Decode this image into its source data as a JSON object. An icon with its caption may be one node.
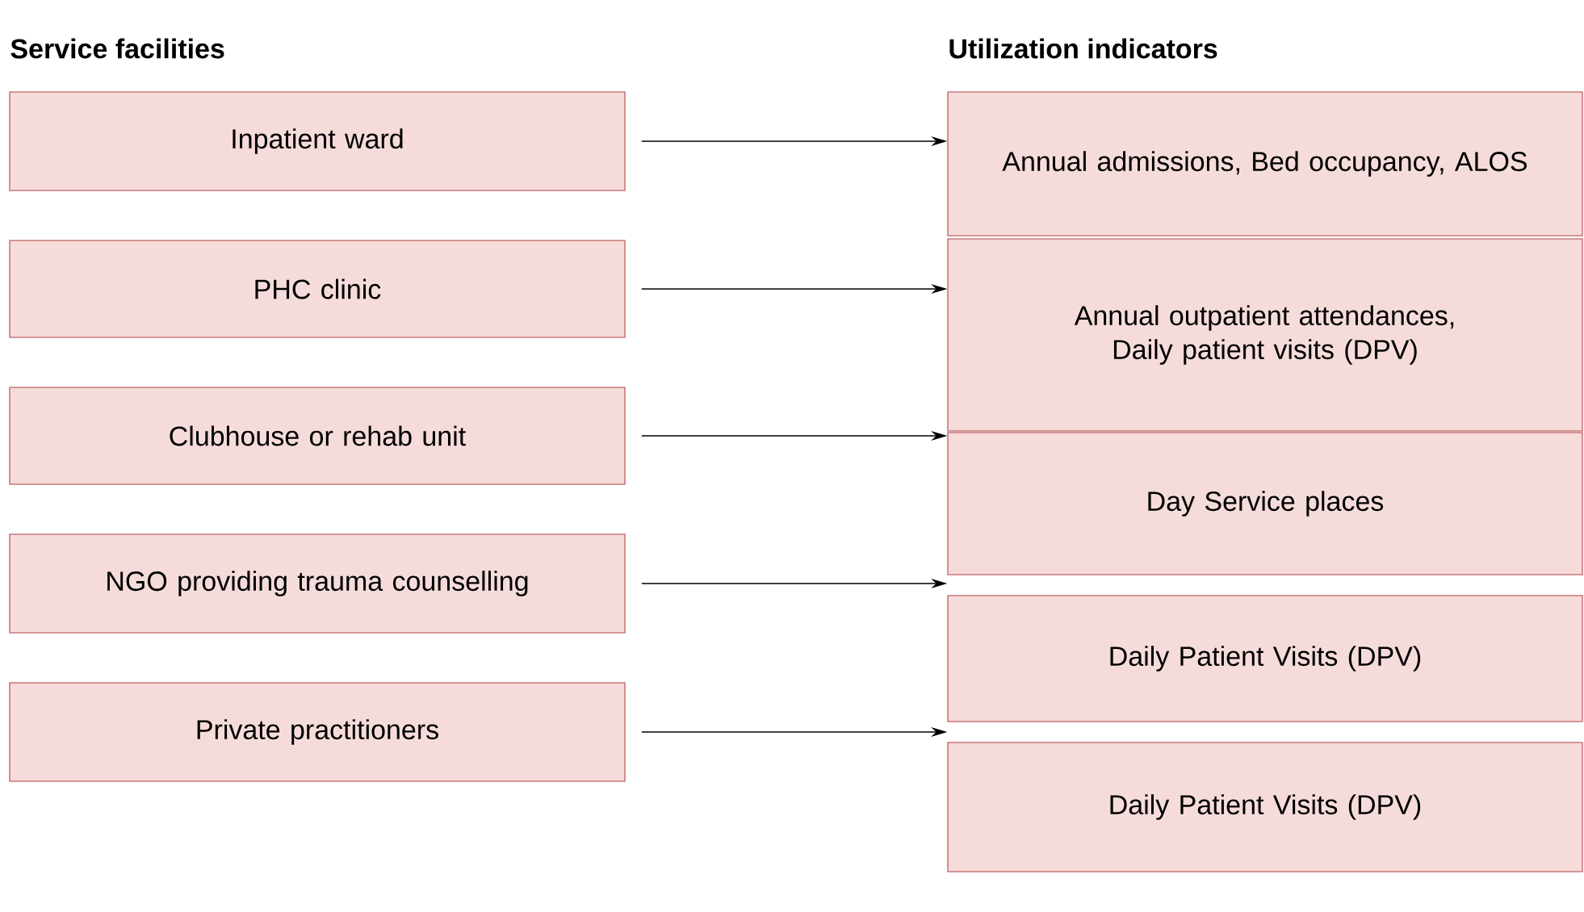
{
  "diagram": {
    "nodes": [
      {
        "text": [
          "Inpatient ward"
        ]
      },
      {
        "text": [
          "PHC clinic"
        ]
      },
      {
        "text": [
          "Clubhouse or rehab unit"
        ]
      },
      {
        "text": [
          "NGO providing trauma counselling"
        ]
      },
      {
        "text": [
          "Private practitioners"
        ]
      },
      {
        "text": [
          "Annual admissions, Bed occupancy, ALOS"
        ]
      },
      {
        "text": [
          "Annual outpatient attendances, Daily patient visits (DPV)"
        ]
      },
      {
        "text": [
          "Day Service places"
        ]
      },
      {
        "text": [
          "Daily Patient Visits (DPV)"
        ]
      },
      {
        "text": [
          "Daily Patient Visits (DPV)"
        ]
      }
    ],
    "edges": [
      {
        "from": 0,
        "to": 5,
        "arrow": "to"
      },
      {
        "from": 1,
        "to": 6,
        "arrow": "to"
      },
      {
        "from": 2,
        "to": 7,
        "arrow": "to"
      },
      {
        "from": 3,
        "to": 8,
        "arrow": "to"
      },
      {
        "from": 4,
        "to": 9,
        "arrow": "to"
      }
    ],
    "labels": [
      "Service facilities",
      "Utilization indicators"
    ]
  }
}
